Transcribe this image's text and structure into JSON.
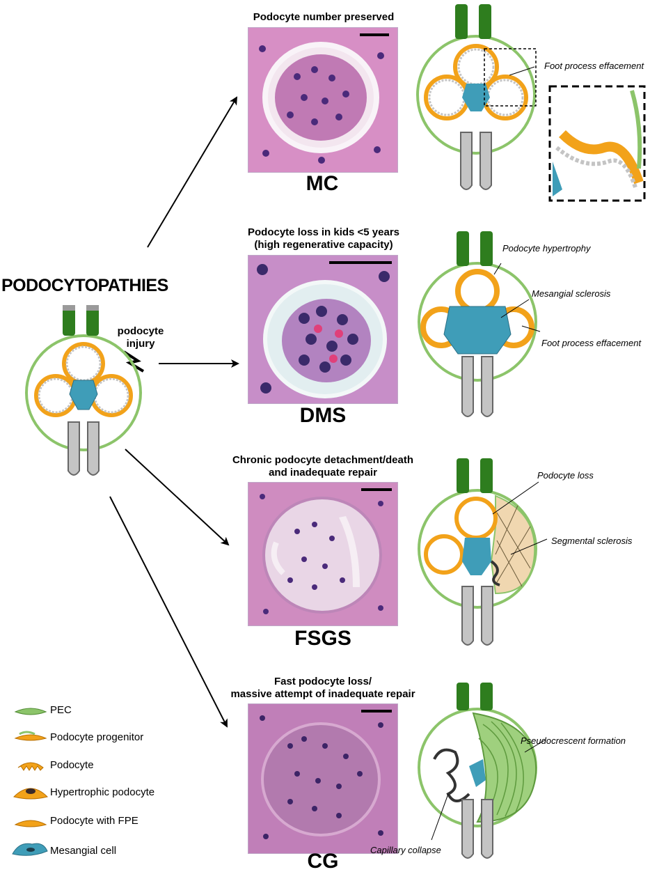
{
  "main_title": "PODOCYTOPATHIES",
  "injury_label": "podocyte\ninjury",
  "panels": [
    {
      "id": "mc",
      "title": "Podocyte number preserved",
      "acronym": "MC",
      "annotations": [
        "Foot process effacement"
      ]
    },
    {
      "id": "dms",
      "title": "Podocyte loss in kids <5 years\n(high regenerative capacity)",
      "acronym": "DMS",
      "annotations": [
        "Podocyte hypertrophy",
        "Mesangial sclerosis",
        "Foot process effacement"
      ]
    },
    {
      "id": "fsgs",
      "title": "Chronic podocyte detachment/death\nand inadequate repair",
      "acronym": "FSGS",
      "annotations": [
        "Podocyte loss",
        "Segmental sclerosis"
      ]
    },
    {
      "id": "cg",
      "title": "Fast podocyte loss/\nmassive attempt of inadequate repair",
      "acronym": "CG",
      "annotations": [
        "Pseudocrescent formation",
        "Capillary collapse"
      ]
    }
  ],
  "legend": [
    {
      "label": "PEC",
      "icon": "pec-icon"
    },
    {
      "label": "Podocyte progenitor",
      "icon": "podocyte-progenitor-icon"
    },
    {
      "label": "Podocyte",
      "icon": "podocyte-icon"
    },
    {
      "label": "Hypertrophic podocyte",
      "icon": "hypertrophic-podocyte-icon"
    },
    {
      "label": "Podocyte with FPE",
      "icon": "podocyte-fpe-icon"
    },
    {
      "label": "Mesangial cell",
      "icon": "mesangial-cell-icon"
    }
  ],
  "colors": {
    "pec": "#8cc46a",
    "pec_dark": "#2e7d1e",
    "podocyte": "#f2a21a",
    "mesangial": "#3f9db8",
    "capillary": "#c4c4c4",
    "sclerosis": "#f0d7b0",
    "stain_bg": "#d98cc4",
    "nucleus": "#4a2a7a"
  }
}
